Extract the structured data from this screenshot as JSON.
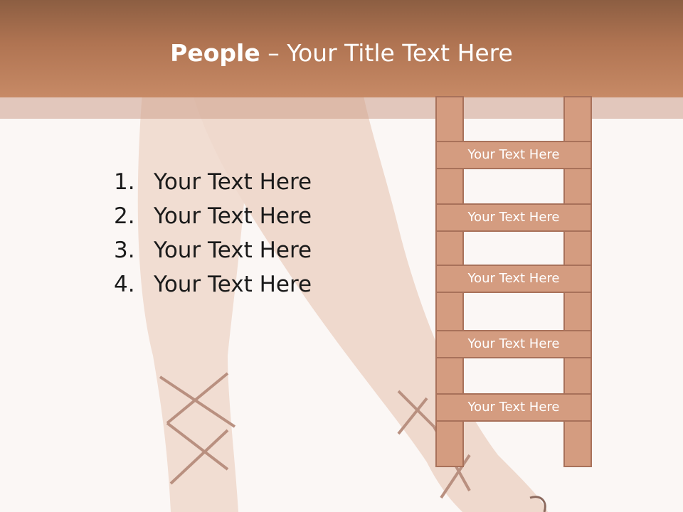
{
  "slide": {
    "title_bold": "People",
    "title_dash": " – ",
    "title_rest": "Your Title Text Here"
  },
  "list": {
    "items": [
      {
        "num": "1.",
        "text": "Your Text Here"
      },
      {
        "num": "2.",
        "text": "Your Text Here"
      },
      {
        "num": "3.",
        "text": "Your Text Here"
      },
      {
        "num": "4.",
        "text": "Your Text Here"
      }
    ]
  },
  "ladder": {
    "rungs": [
      "Your Text Here",
      "Your Text Here",
      "Your Text Here",
      "Your Text Here",
      "Your Text Here"
    ]
  },
  "colors": {
    "header": "#b07452",
    "ladder_fill": "#d49c80",
    "ladder_border": "#a8715a",
    "background": "#fbf7f5"
  }
}
